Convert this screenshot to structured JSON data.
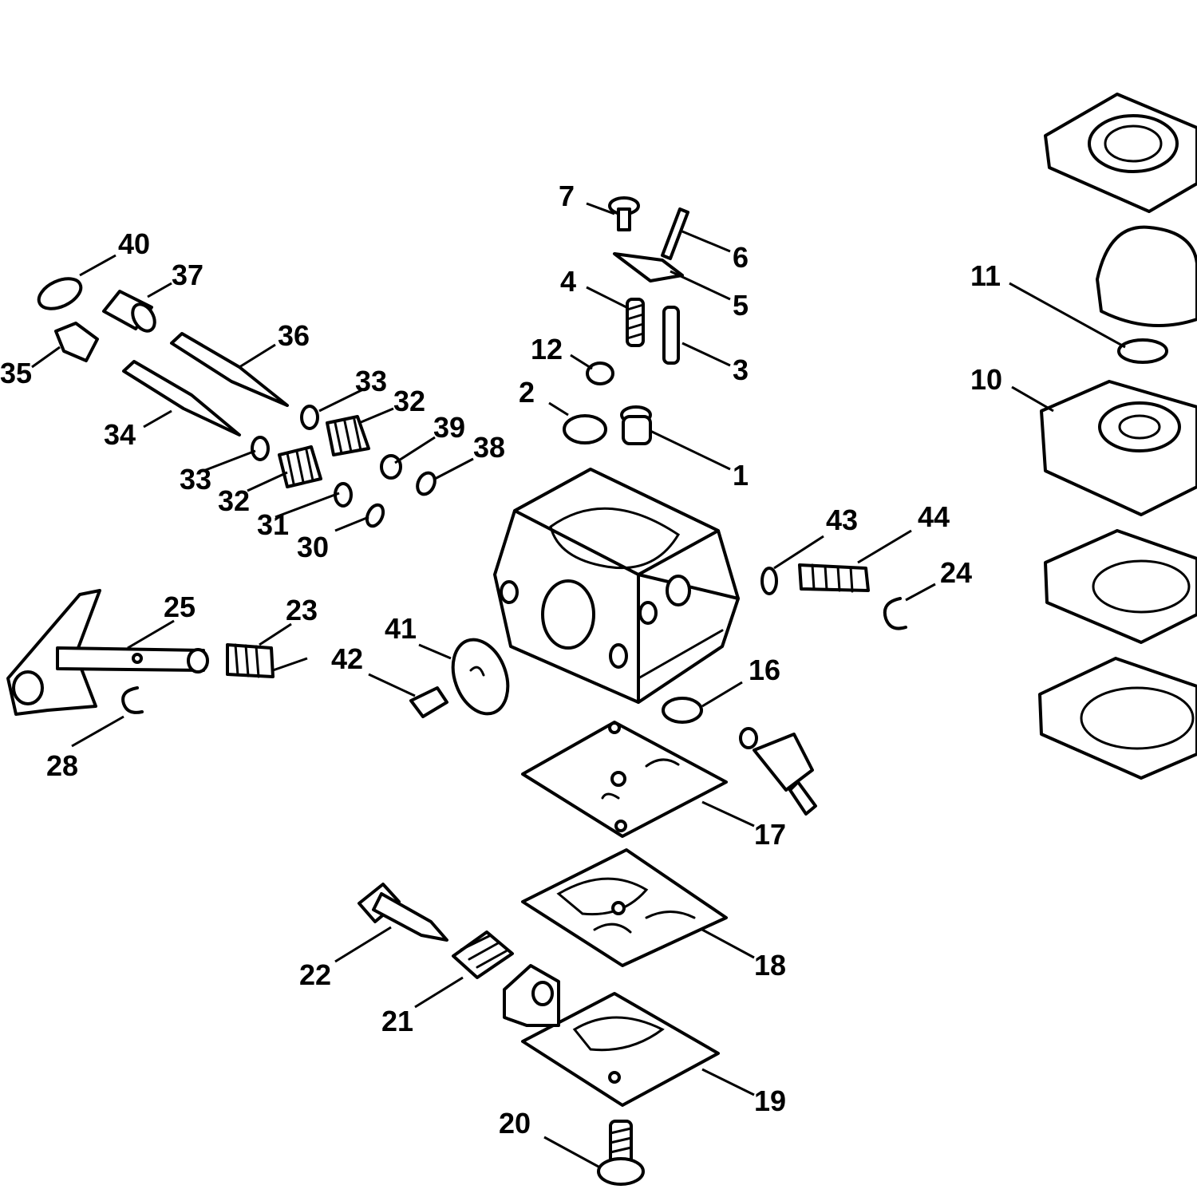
{
  "diagram": {
    "type": "exploded-parts-diagram",
    "subject": "carburetor",
    "line_color": "#000000",
    "background": "#ffffff",
    "callouts": {
      "p1": "1",
      "p2": "2",
      "p3": "3",
      "p4": "4",
      "p5": "5",
      "p6": "6",
      "p7": "7",
      "p10": "10",
      "p11": "11",
      "p12": "12",
      "p16": "16",
      "p17": "17",
      "p18": "18",
      "p19": "19",
      "p20": "20",
      "p21": "21",
      "p22": "22",
      "p23": "23",
      "p24": "24",
      "p25": "25",
      "p28": "28",
      "p30": "30",
      "p31": "31",
      "p32a": "32",
      "p32b": "32",
      "p33a": "33",
      "p33b": "33",
      "p34": "34",
      "p35": "35",
      "p36": "36",
      "p37": "37",
      "p38": "38",
      "p39": "39",
      "p40": "40",
      "p41": "41",
      "p42": "42",
      "p43": "43",
      "p44": "44"
    }
  }
}
